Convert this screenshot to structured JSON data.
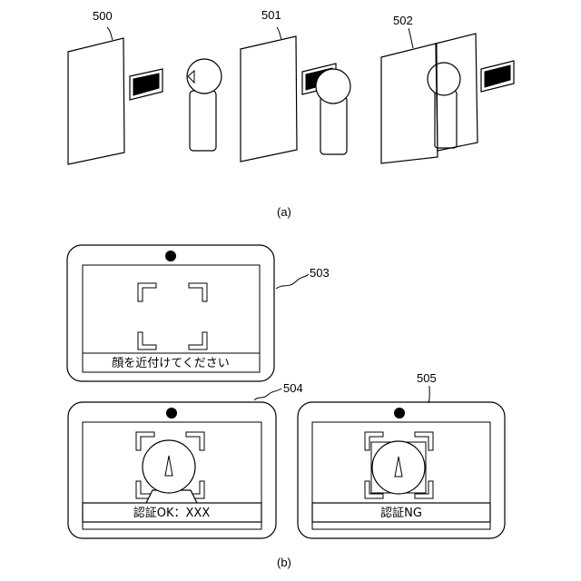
{
  "colors": {
    "line": "#000000",
    "background": "#ffffff",
    "fill_dark": "#000000"
  },
  "part_a": {
    "labels": {
      "scene_1": "500",
      "scene_2": "501",
      "scene_3": "502"
    },
    "caption": "(a)"
  },
  "part_b": {
    "labels": {
      "screen_1": "503",
      "screen_2": "504",
      "screen_3": "505"
    },
    "messages": {
      "screen_1": "顔を近付けてください",
      "screen_2": "認証OK：XXX",
      "screen_3": "認証NG"
    },
    "caption": "(b)"
  },
  "icons": {
    "camera": "camera-icon",
    "face_guide": "face-frame-brackets-icon",
    "person": "person-icon",
    "card": "id-card-icon"
  }
}
